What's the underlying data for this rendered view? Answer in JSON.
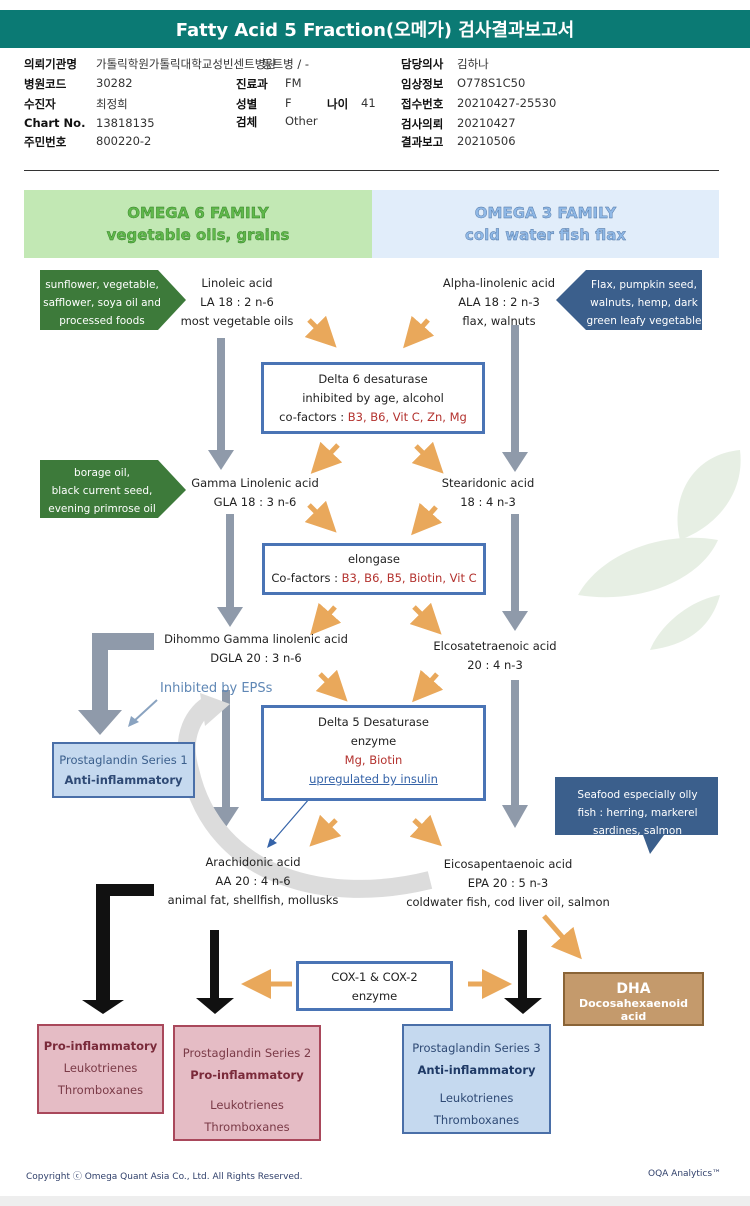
{
  "header": {
    "title": "Fatty Acid 5 Fraction(오메가) 검사결과보고서",
    "rows": [
      {
        "label": "의뢰기관명",
        "value": "가톨릭학원가톨릭대학교성빈센트병원"
      },
      {
        "label": "병원코드",
        "value": "30282"
      },
      {
        "label": "수진자",
        "value": "최정희"
      },
      {
        "label": "Chart No.",
        "value": "13818135"
      },
      {
        "label": "주민번호",
        "value": "800220-2"
      }
    ],
    "hospital_extra": "동트병 / -",
    "mid": [
      {
        "label": "진료과",
        "value": "FM"
      },
      {
        "label": "성별",
        "value": "F"
      },
      {
        "label": "검체",
        "value": "Other"
      }
    ],
    "age": {
      "label": "나이",
      "value": "41"
    },
    "right": [
      {
        "label": "담당의사",
        "value": "김하나"
      },
      {
        "label": "임상정보",
        "value": "O778S1C50"
      },
      {
        "label": "접수번호",
        "value": "20210427-25530"
      },
      {
        "label": "검사의뢰",
        "value": "20210427"
      },
      {
        "label": "결과보고",
        "value": "20210506"
      }
    ]
  },
  "families": {
    "omega6": {
      "line1": "OMEGA 6 FAMILY",
      "line2": "vegetable oils, grains"
    },
    "omega3": {
      "line1": "OMEGA 3 FAMILY",
      "line2": "cold water fish flax"
    }
  },
  "sources": {
    "la": [
      "sunflower, vegetable,",
      "safflower, soya oil and",
      "processed foods"
    ],
    "ala": [
      "Flax, pumpkin seed,",
      "walnuts, hemp, dark",
      "green leafy vegetable"
    ],
    "gla": [
      "borage oil,",
      "black current seed,",
      "evening primrose oil"
    ],
    "epa": [
      "Seafood especially olly",
      "fish : herring, markerel",
      "sardines, salmon"
    ]
  },
  "nodes": {
    "la": [
      "Linoleic acid",
      "LA 18 : 2  n-6",
      "most vegetable oils"
    ],
    "ala": [
      "Alpha-linolenic acid",
      "ALA 18 : 2  n-3",
      "flax, walnuts"
    ],
    "gla": [
      "Gamma Linolenic acid",
      "GLA 18 : 3  n-6"
    ],
    "sda": [
      "Stearidonic acid",
      "18 : 4  n-3"
    ],
    "dgla": [
      "Dihommo Gamma linolenic acid",
      "DGLA 20 : 3  n-6"
    ],
    "eta": [
      "Elcosatetraenoic acid",
      "20 : 4  n-3"
    ],
    "aa": [
      "Arachidonic acid",
      "AA 20 : 4  n-6",
      "animal fat, shellfish, mollusks"
    ],
    "epa": [
      "Eicosapentaenoic acid",
      "EPA 20 : 5  n-3",
      "coldwater fish, cod liver oil, salmon"
    ]
  },
  "enzymes": {
    "d6": {
      "l1": "Delta 6 desaturase",
      "l2": "inhibited by age, alcohol",
      "cof_label": "co-factors : ",
      "cof": "B3, B6, Vit C, Zn, Mg"
    },
    "elong": {
      "l1": "elongase",
      "cof_label": "Co-factors : ",
      "cof": "B3, B6, B5, Biotin, Vit C"
    },
    "d5": {
      "l1": "Delta 5 Desaturase",
      "l2": "enzyme",
      "cof": "Mg, Biotin",
      "l4": "upregulated by insulin"
    },
    "cox": {
      "l1": "COX-1 & COX-2",
      "l2": "enzyme"
    }
  },
  "inhibited": "Inhibited by EPSs",
  "outcomes": {
    "pg1": {
      "l1": "Prostaglandin Series 1",
      "l2": "Anti-inflammatory"
    },
    "pro": {
      "l1": "Pro-inflammatory",
      "l2": "Leukotrienes",
      "l3": "Thromboxanes"
    },
    "pg2": {
      "l1": "Prostaglandin Series 2",
      "l2": "Pro-inflammatory",
      "l3": "Leukotrienes",
      "l4": "Thromboxanes"
    },
    "pg3": {
      "l1": "Prostaglandin Series 3",
      "l2": "Anti-inflammatory",
      "l3": "Leukotrienes",
      "l4": "Thromboxanes"
    },
    "dha": {
      "l1": "DHA",
      "l2": "Docosahexaenoid acid"
    }
  },
  "footer": {
    "copyright": "Copyright ⓒ Omega Quant Asia Co., Ltd.  All Rights Reserved.",
    "brand": "OQA Analytics™"
  },
  "colors": {
    "header_teal": "#0b7a74",
    "orange_arrow": "#e9a85b",
    "gray_arrow": "#8f9aaa",
    "enzyme_border": "#4a74b5",
    "source_green": "#3d7a3a",
    "source_blue": "#3b5f8c",
    "cofactor_red": "#b3322e"
  }
}
